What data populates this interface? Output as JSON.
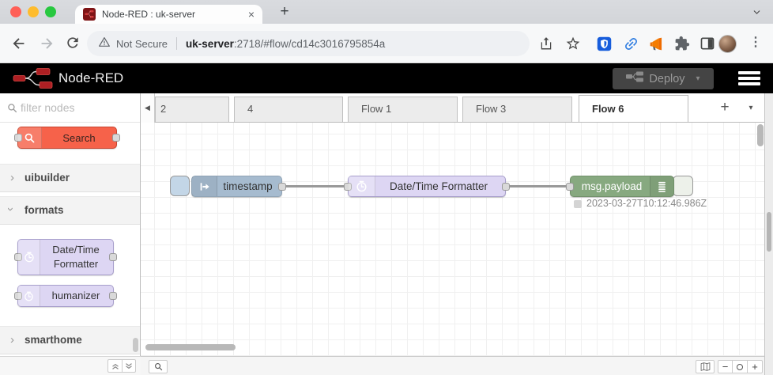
{
  "browser": {
    "tab_title": "Node-RED : uk-server",
    "tab_close": "×",
    "new_tab": "+",
    "security_label": "Not Secure",
    "url_host": "uk-server",
    "url_path": ":2718/#flow/cd14c3016795854a",
    "menu_dots": "⋮"
  },
  "header": {
    "app_name": "Node-RED",
    "deploy_label": "Deploy",
    "deploy_caret": "▾"
  },
  "palette": {
    "filter_placeholder": "filter nodes",
    "search_node_label": "Search",
    "categories": [
      {
        "label": "uibuilder",
        "chevron": "›",
        "expanded": false
      },
      {
        "label": "formats",
        "chevron": "›",
        "expanded": true
      },
      {
        "label": "smarthome",
        "chevron": "›",
        "expanded": false
      }
    ],
    "format_nodes": [
      {
        "label": "Date/Time Formatter"
      },
      {
        "label": "humanizer"
      }
    ]
  },
  "tabbar": {
    "scroll_left": "◀",
    "tabs": [
      {
        "label": "2",
        "state": "partial"
      },
      {
        "label": "4",
        "state": "inactive"
      },
      {
        "label": "Flow 1",
        "state": "inactive"
      },
      {
        "label": "Flow 3",
        "state": "inactive"
      },
      {
        "label": "Flow 6",
        "state": "active"
      }
    ],
    "add": "+",
    "menu_caret": "▾"
  },
  "flow": {
    "inject": {
      "label": "timestamp"
    },
    "formatter": {
      "label": "Date/Time Formatter"
    },
    "debug": {
      "label": "msg.payload",
      "status": "2023-03-27T10:12:46.986Z"
    }
  },
  "footer": {
    "zoom_out": "−",
    "zoom_in": "+"
  },
  "colors": {
    "header_bg": "#000000",
    "deploy_bg": "#444444",
    "inject_node": "#a6bbcf",
    "formatter_node": "#ddd6f3",
    "debug_node": "#87a980",
    "search_node": "#f6624a",
    "wire": "#999999",
    "port": "#d9d9d9"
  }
}
